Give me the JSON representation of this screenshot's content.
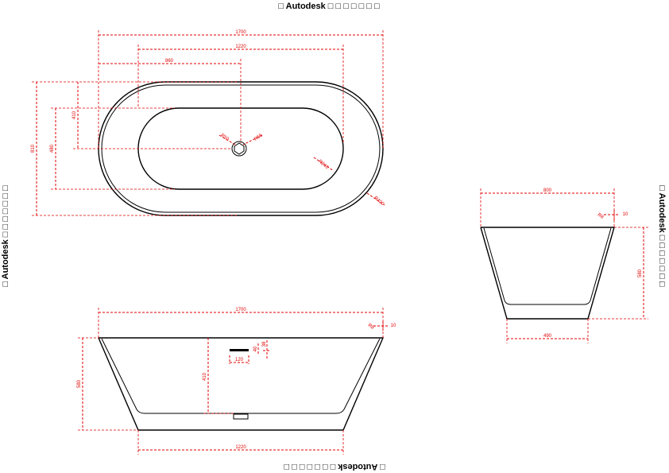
{
  "watermark": {
    "top": "□ Autodesk □ □ □ □ □ □ □",
    "bottom": "□ Autodesk □ □ □ □ □ □ □",
    "left": "□ Autodesk □ □ □ □ □ □ □",
    "right": "□ Autodesk □ □ □ □ □ □ □"
  },
  "colors": {
    "dimension": "#e00000",
    "outline": "#000000",
    "background": "#ffffff"
  },
  "top_view": {
    "overall_length": "1700",
    "inner_length": "1220",
    "drain_offset": "860",
    "overall_width": "810",
    "inner_width": "480",
    "drain_width_offset": "410",
    "drain_dia_a": "R50",
    "drain_dia_b": "R55",
    "inner_radius": "R240",
    "outer_radius": "R400"
  },
  "front_view": {
    "overall_length": "1700",
    "bottom_length": "1220",
    "height": "580",
    "depth": "410",
    "rim_radius": "R8",
    "rim_offset": "10",
    "overflow_width": "120",
    "overflow_height": "40",
    "overflow_dim": "38"
  },
  "side_view": {
    "overall_width": "800",
    "bottom_width": "490",
    "height": "580",
    "rim_radius": "R8",
    "rim_offset": "10"
  }
}
